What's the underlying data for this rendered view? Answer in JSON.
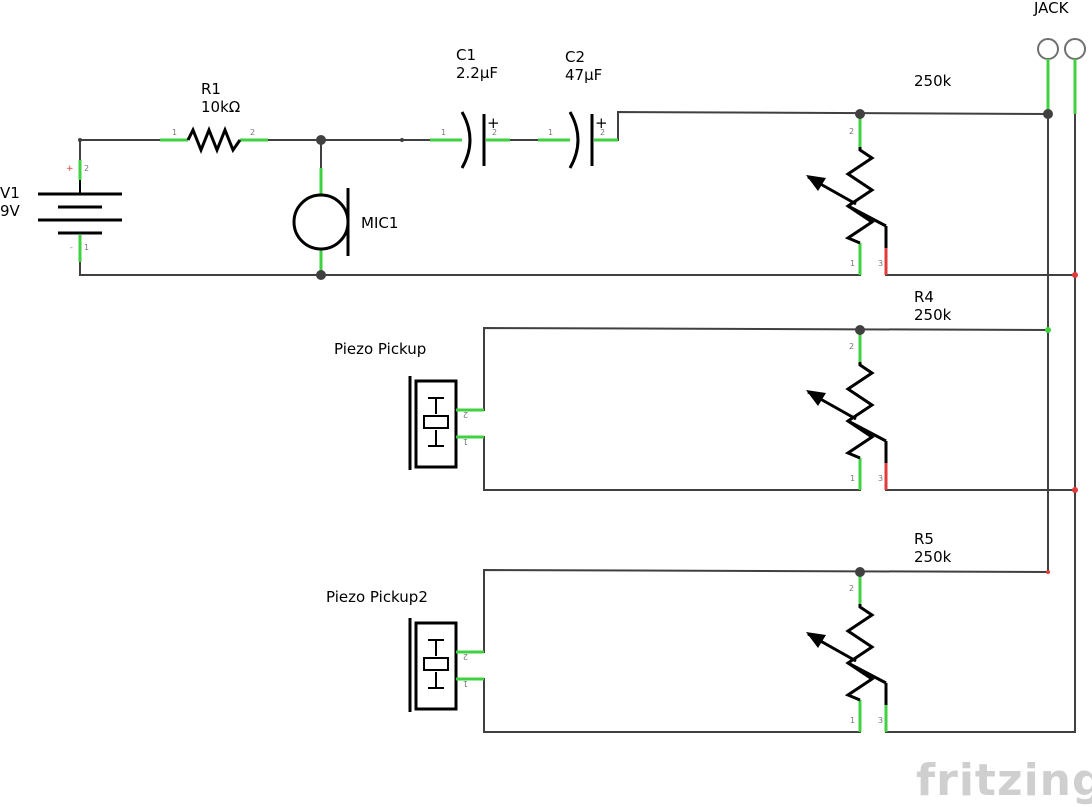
{
  "components": {
    "battery": {
      "name": "V1",
      "value": "9V",
      "pin_plus": "+",
      "pin_minus": "-",
      "pin_top": "2",
      "pin_bottom": "1"
    },
    "resistor": {
      "name": "R1",
      "value": "10kΩ",
      "pin_left": "1",
      "pin_right": "2"
    },
    "cap1": {
      "name": "C1",
      "value": "2.2µF",
      "polarity": "+",
      "pin_left": "1",
      "pin_right": "2"
    },
    "cap2": {
      "name": "C2",
      "value": "47µF",
      "polarity": "+",
      "pin_left": "1",
      "pin_right": "2"
    },
    "mic": {
      "name": "MIC1"
    },
    "jack": {
      "name": "JACK"
    },
    "pot1": {
      "value": "250k",
      "pin_top": "2",
      "pin_bottom_left": "1",
      "pin_bottom_right": "3"
    },
    "pot2": {
      "name": "R4",
      "value": "250k",
      "pin_top": "2",
      "pin_bottom_left": "1",
      "pin_bottom_right": "3"
    },
    "pot3": {
      "name": "R5",
      "value": "250k",
      "pin_top": "2",
      "pin_bottom_left": "1",
      "pin_bottom_right": "3"
    },
    "piezo1": {
      "name": "Piezo Pickup",
      "pin_top": "2",
      "pin_bottom": "1"
    },
    "piezo2": {
      "name": "Piezo Pickup2",
      "pin_top": "2",
      "pin_bottom": "1"
    }
  },
  "watermark": {
    "text": "fritzing"
  },
  "colors": {
    "wire": "#404040",
    "connected_lead": "#3fd13f",
    "unconnected_lead": "#e03a3a"
  }
}
